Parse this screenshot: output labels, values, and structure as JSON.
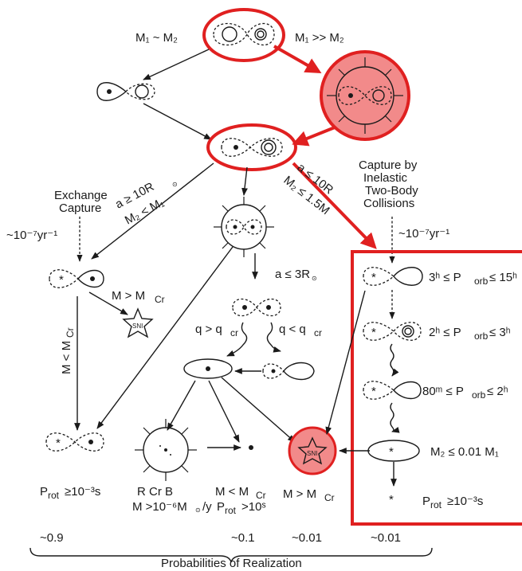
{
  "top": {
    "left_cond": "M₁ ~ M₂",
    "right_cond": "M₁ >> M₂"
  },
  "branch_conditions": {
    "exchange_a": "a ≥ 10R",
    "exchange_m": "M₂ < M₁",
    "mid_a": "a ≤ 3R",
    "right_a": "a ≤ 10R",
    "right_m": "M₂ ≤ 1.5M",
    "q_gt": "q > q",
    "q_lt": "q < q",
    "m_gt_mcr": "M > M",
    "m_lt_mcr": "M < M"
  },
  "labels": {
    "exchange_title_1": "Exchange",
    "exchange_title_2": "Capture",
    "rate_left": "~10⁻⁷yr⁻¹",
    "capture_title_1": "Capture by",
    "capture_title_2": "Inelastic",
    "capture_title_3": "Two-Body",
    "capture_title_4": "Collisions",
    "rate_right": "~10⁻⁷yr⁻¹",
    "sn_label": "SNI",
    "sub_cr": "cr",
    "sub_Cr": "Cr",
    "sun_sym": "⊙"
  },
  "period_ranges": {
    "r1": "3ʰ ≤ P",
    "r1_end": "≤ 15ʰ",
    "r2": "2ʰ ≤ P",
    "r2_end": "≤ 3ʰ",
    "r3": "80ᵐ ≤ P",
    "r3_end": "≤ 2ʰ",
    "orb_sub": "orb",
    "mass_cond": "M₂ ≤ 0.01 M₁"
  },
  "outcomes": {
    "prot_left": "P",
    "prot_left_val": "≥10⁻³s",
    "rcrb_title": "R Cr B",
    "rcrb_rate": "M >10⁻⁶M",
    "rcrb_rate_end": "/y",
    "mid_mass": "M < M",
    "mid_prot": "P",
    "mid_prot_val": ">10ˢ",
    "right_mass": "M > M",
    "prot_right": "P",
    "prot_right_val": "≥10⁻³s",
    "rot_sub": "rot"
  },
  "probabilities": {
    "values": [
      "~0.9",
      "~0.1",
      "~0.01",
      "~0.01"
    ],
    "caption": "Probabilities of Realization"
  },
  "colors": {
    "highlight": "#e02020",
    "highlight_fill": "#f28a8a"
  }
}
